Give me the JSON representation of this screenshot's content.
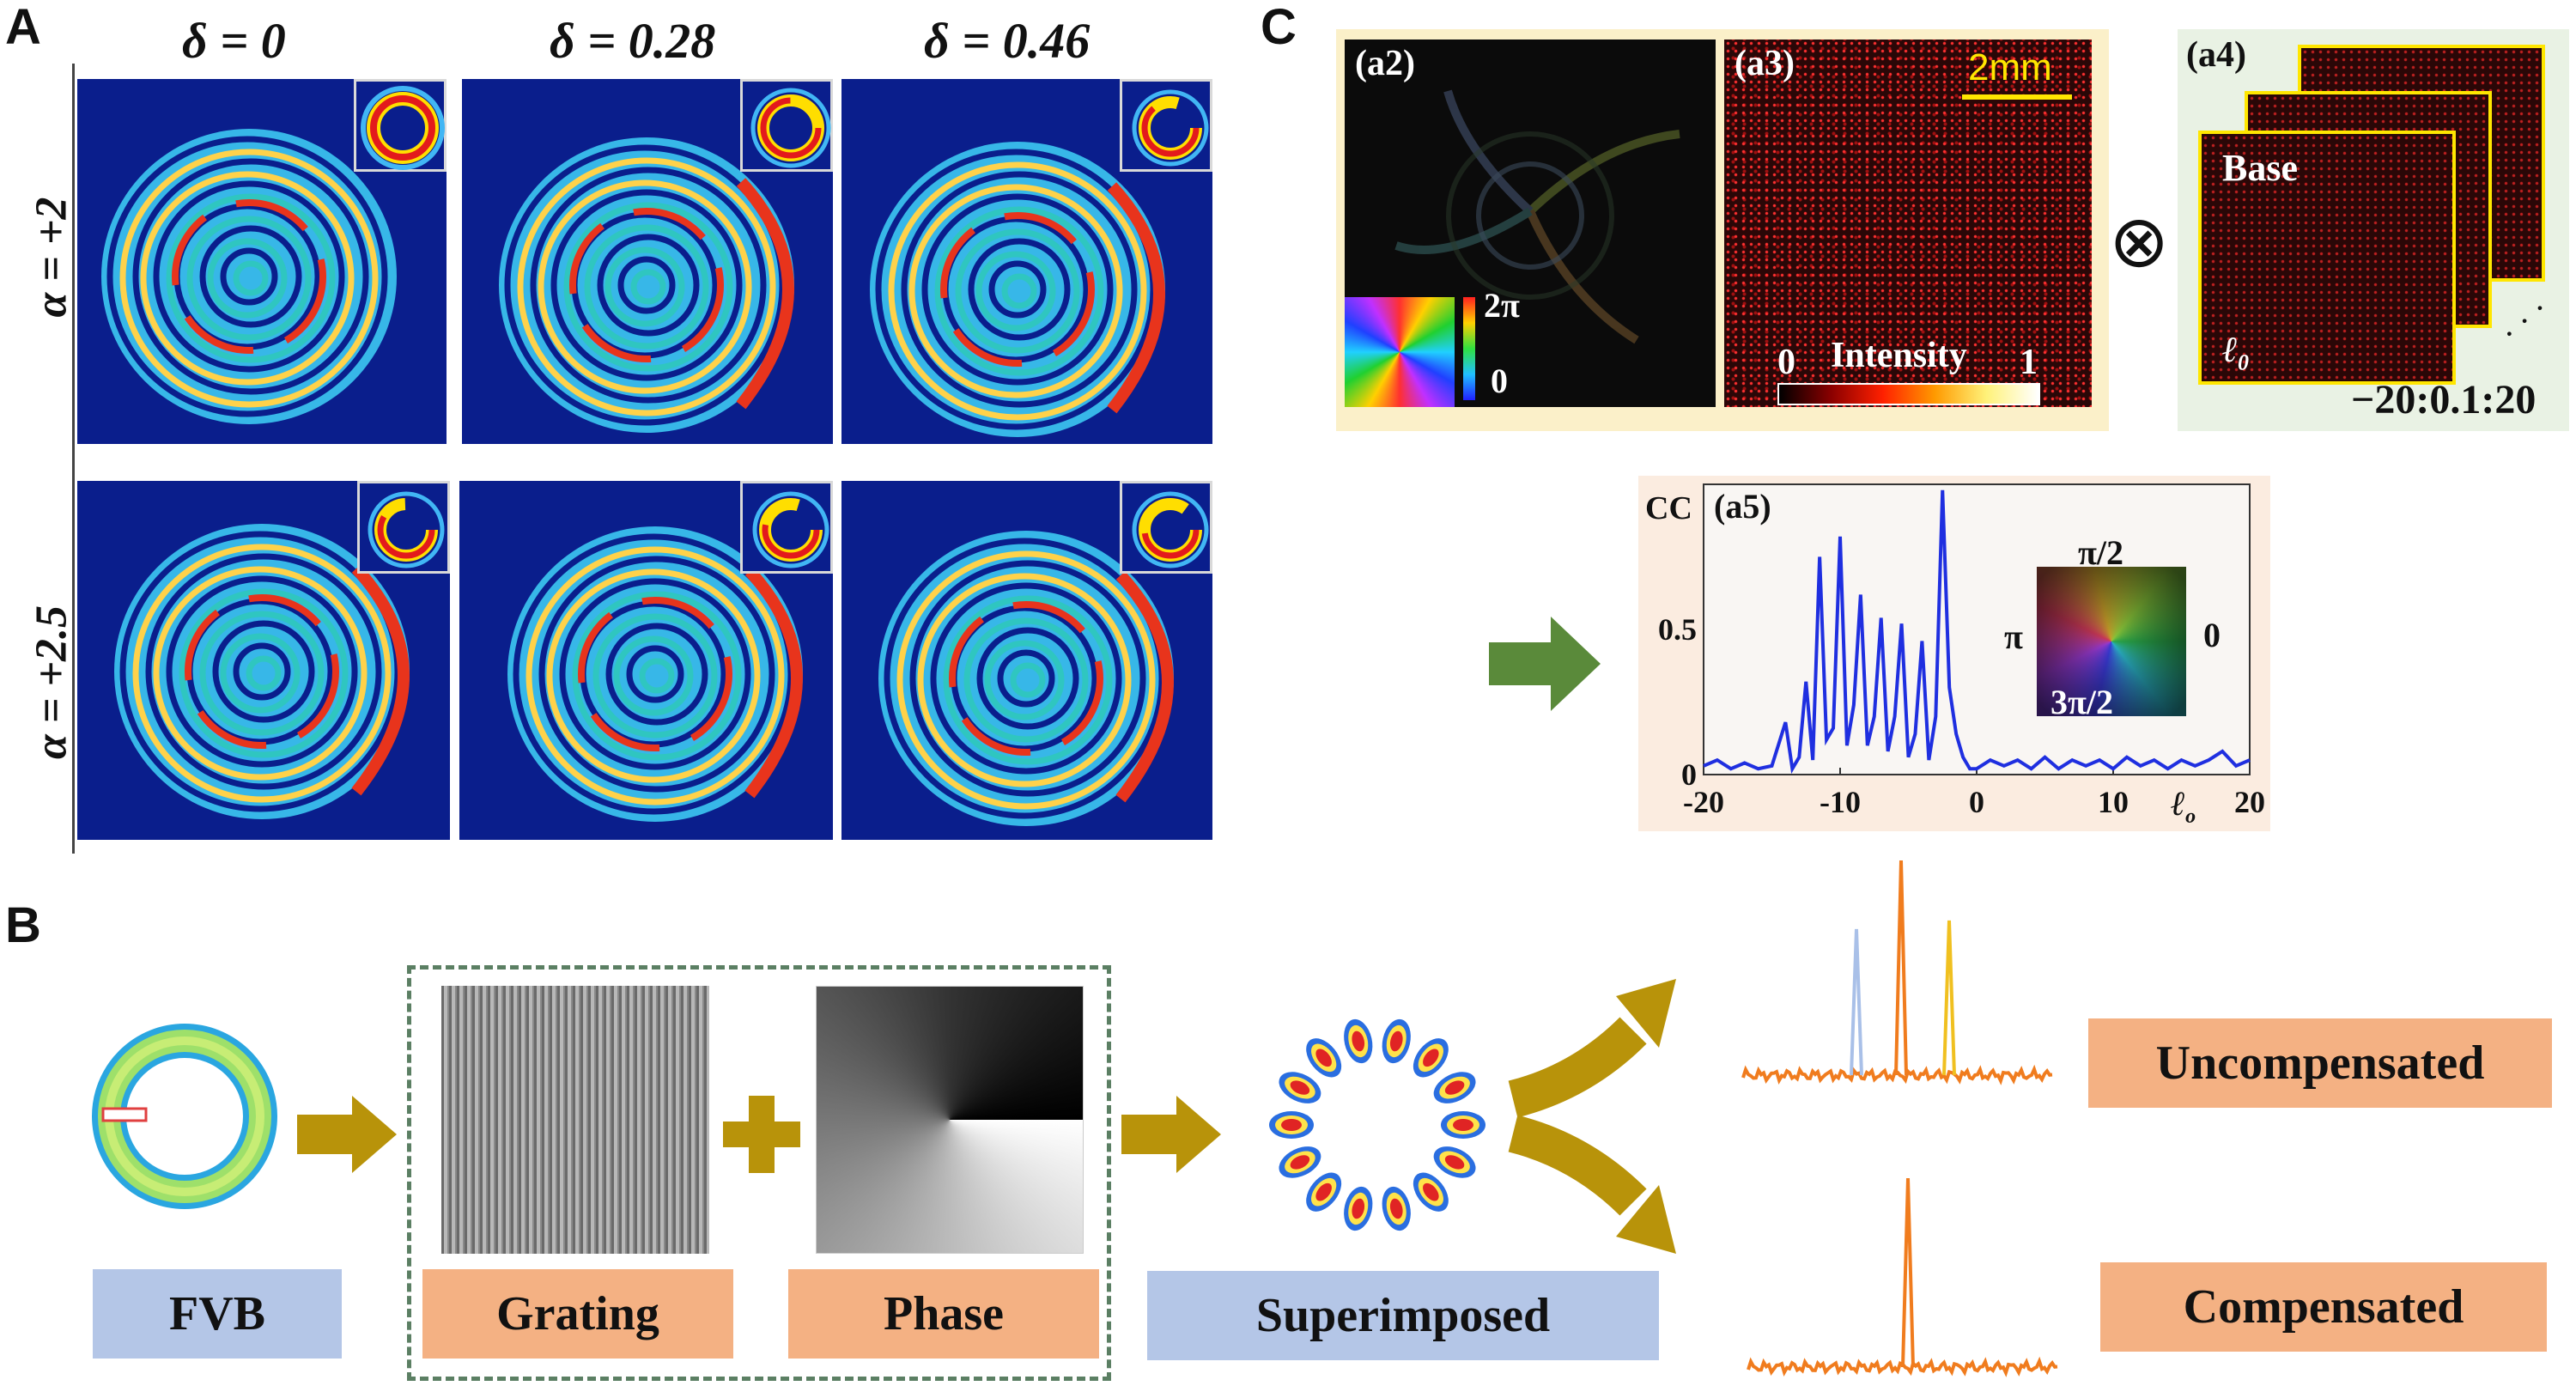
{
  "panels": {
    "a": "A",
    "b": "B",
    "c": "C"
  },
  "panel_a": {
    "col_headers": [
      "δ = 0",
      "δ = 0.28",
      "δ = 0.46"
    ],
    "row_labels": [
      "α = +2",
      "α = +2.5"
    ]
  },
  "panel_c": {
    "a2": {
      "tag": "(a2)",
      "cbar_max": "2π",
      "cbar_min": "0"
    },
    "a3": {
      "tag": "(a3)",
      "scalebar": "2mm",
      "cbar_min": "0",
      "cbar_title": "Intensity",
      "cbar_max": "1"
    },
    "operator": "⊗",
    "a4": {
      "tag": "(a4)",
      "base": "Base",
      "l0": "ℓ",
      "l0_sub": "0",
      "range": "−20:0.1:20"
    },
    "a5": {
      "tag": "(a5)",
      "ylabel": "CC",
      "xlabel": "ℓ",
      "xlabel_sub": "o",
      "phase_top": "π/2",
      "phase_left": "π",
      "phase_right": "0",
      "phase_bottom": "3π/2"
    }
  },
  "panel_b": {
    "labels": {
      "fvb": "FVB",
      "grating": "Grating",
      "phase": "Phase",
      "superimposed": "Superimposed",
      "uncompensated": "Uncompensated",
      "compensated": "Compensated"
    },
    "colors": {
      "blue_label": "#b4c6e7",
      "orange_label": "#f4b183",
      "arrow": "#b8930a",
      "dashed_box": "#5b7f63"
    }
  },
  "chart_data": [
    {
      "type": "line",
      "id": "a5",
      "title": "",
      "xlabel": "ℓo",
      "ylabel": "CC",
      "xlim": [
        -20,
        20
      ],
      "ylim": [
        0,
        1.0
      ],
      "xticks": [
        -20,
        -10,
        0,
        10,
        20
      ],
      "yticks": [
        0,
        0.5
      ],
      "color": "#1f2fe0",
      "x": [
        -20,
        -19,
        -18,
        -17,
        -16,
        -15,
        -14,
        -13.5,
        -13,
        -12.5,
        -12,
        -11.5,
        -11,
        -10.5,
        -10,
        -9.5,
        -9,
        -8.5,
        -8,
        -7.5,
        -7,
        -6.5,
        -6,
        -5.5,
        -5,
        -4.5,
        -4,
        -3.5,
        -3,
        -2.5,
        -2,
        -1.5,
        -1,
        -0.5,
        0,
        1,
        2,
        3,
        4,
        5,
        6,
        7,
        8,
        9,
        10,
        11,
        12,
        13,
        14,
        15,
        16,
        17,
        18,
        19,
        20
      ],
      "y": [
        0.03,
        0.05,
        0.02,
        0.04,
        0.02,
        0.03,
        0.18,
        0.02,
        0.06,
        0.32,
        0.05,
        0.75,
        0.12,
        0.16,
        0.82,
        0.1,
        0.24,
        0.62,
        0.1,
        0.2,
        0.54,
        0.08,
        0.2,
        0.52,
        0.06,
        0.14,
        0.46,
        0.05,
        0.2,
        0.98,
        0.3,
        0.14,
        0.06,
        0.02,
        0.02,
        0.05,
        0.03,
        0.05,
        0.02,
        0.06,
        0.02,
        0.05,
        0.03,
        0.05,
        0.02,
        0.06,
        0.03,
        0.05,
        0.02,
        0.05,
        0.03,
        0.05,
        0.08,
        0.03,
        0.05
      ]
    }
  ]
}
